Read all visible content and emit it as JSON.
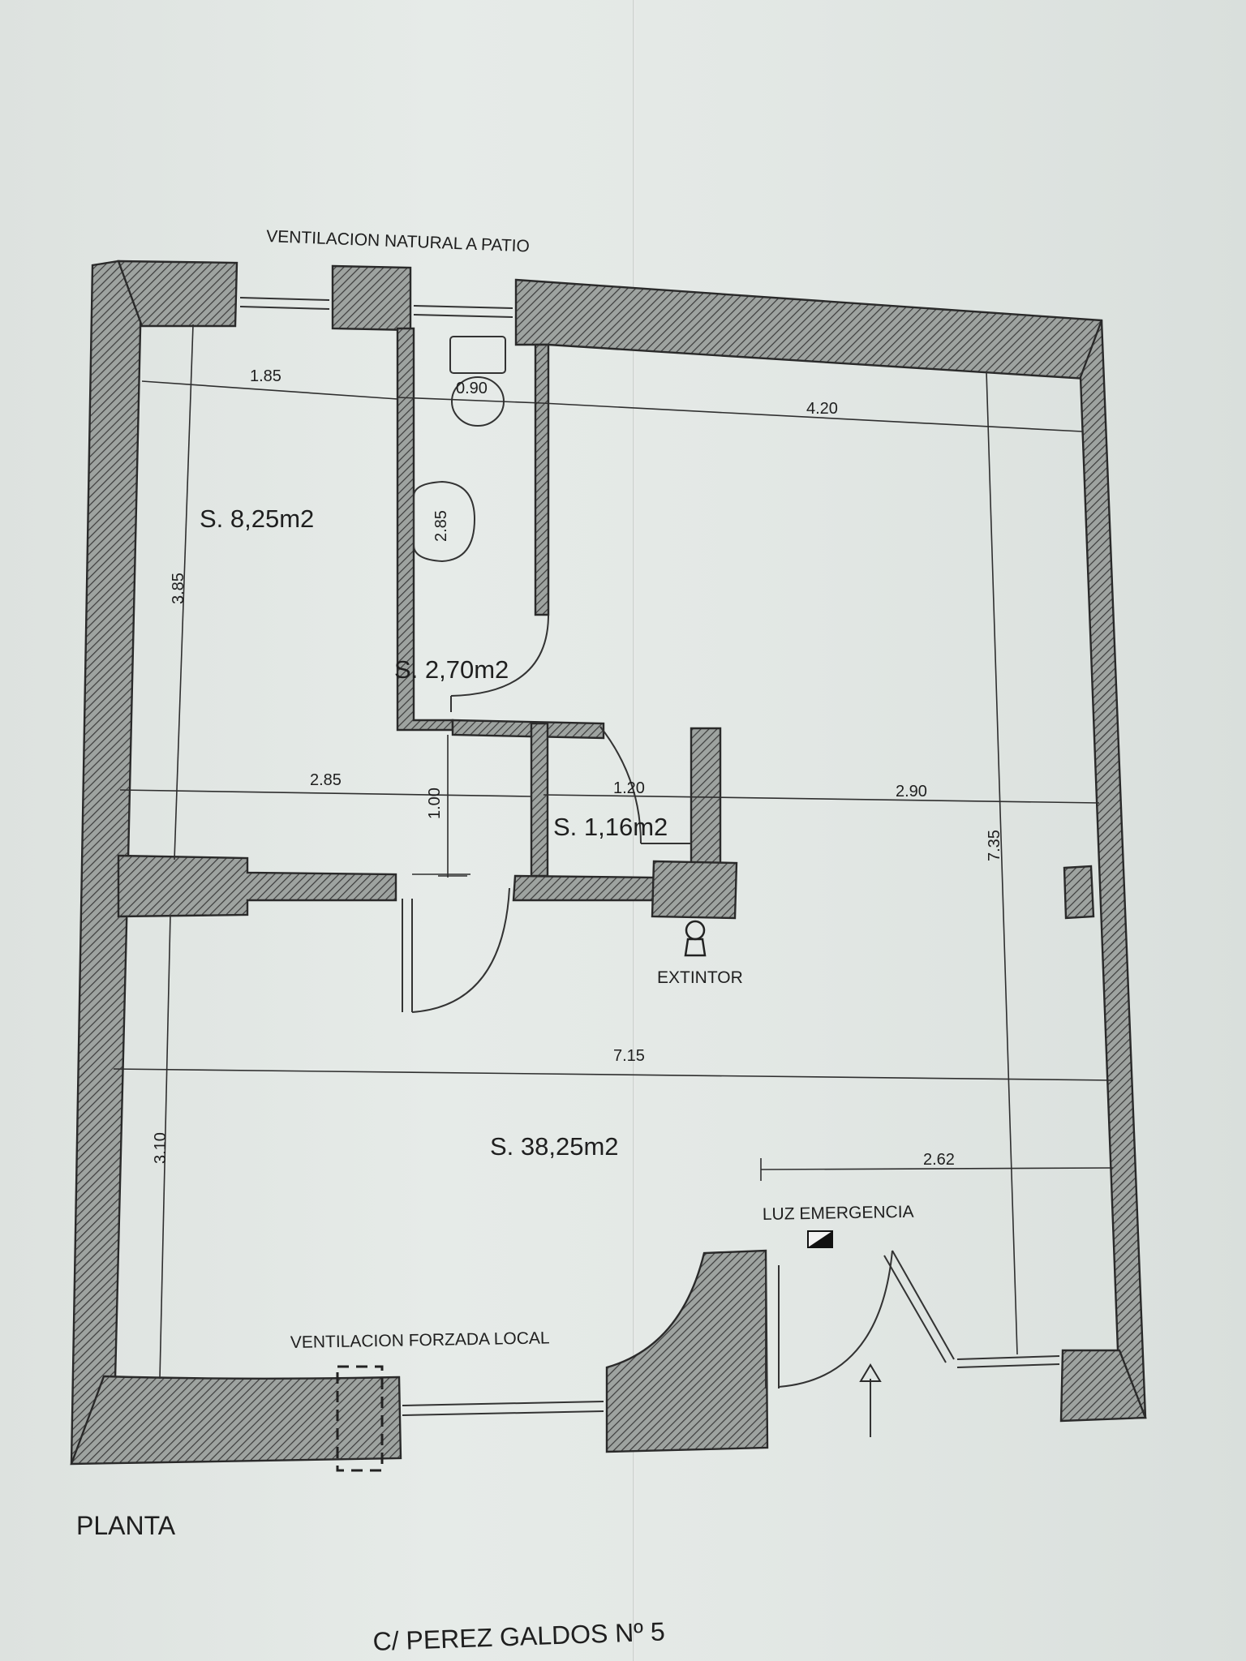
{
  "labels": {
    "ventilation_top": "VENTILACION NATURAL A PATIO",
    "ventilation_bottom": "VENTILACION FORZADA LOCAL",
    "extinguisher": "EXTINTOR",
    "emergency_light": "LUZ EMERGENCIA",
    "plan_title": "PLANTA",
    "street_address": "C/ PEREZ GALDOS Nº 5"
  },
  "rooms": [
    {
      "area": "S. 8,25m2"
    },
    {
      "area": "S. 2,70m2"
    },
    {
      "area": "S. 1,16m2"
    },
    {
      "area": "S. 38,25m2"
    }
  ],
  "dimensions": {
    "office_width": "1.85",
    "wc_width": "0.90",
    "main_width_top": "4.20",
    "office_depth": "3.85",
    "wc_depth": "2.85",
    "lower_left_width": "2.85",
    "corridor": "1.00",
    "store_width": "1.20",
    "right_width": "2.90",
    "total_depth": "7.35",
    "total_width": "7.15",
    "front_depth": "3.10",
    "entrance_offset": "2.62"
  },
  "icons": {
    "extinguisher_icon": "fire-extinguisher-symbol",
    "emergency_light_icon": "emergency-light-symbol",
    "entrance_arrow_icon": "entrance-arrow"
  },
  "colors": {
    "paper": "#e3e8e5",
    "ink": "#2a2a2a"
  }
}
